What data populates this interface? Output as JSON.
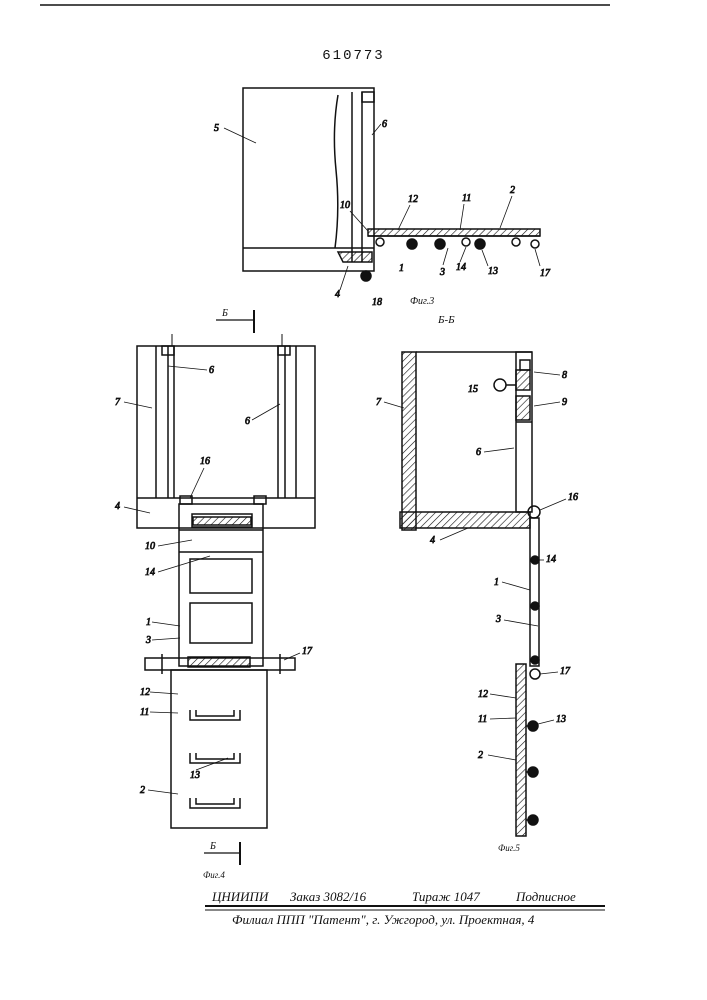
{
  "patent_number": "610773",
  "figures": {
    "fig3": {
      "caption": "Фиг.3"
    },
    "fig4": {
      "caption": "Фиг.4",
      "section_mark": "Б"
    },
    "fig5": {
      "caption": "Фиг.5",
      "section_title": "Б-Б"
    }
  },
  "labels": [
    "1",
    "2",
    "3",
    "4",
    "5",
    "6",
    "7",
    "8",
    "9",
    "10",
    "11",
    "12",
    "13",
    "14",
    "15",
    "16",
    "17"
  ],
  "footer": {
    "org": "ЦНИИПИ",
    "order": "Заказ 3082/16",
    "print_run": "Тираж 1047",
    "subscription": "Подписное",
    "branch": "Филиал ППП \"Патент\", г. Ужгород, ул. Проектная, 4"
  }
}
